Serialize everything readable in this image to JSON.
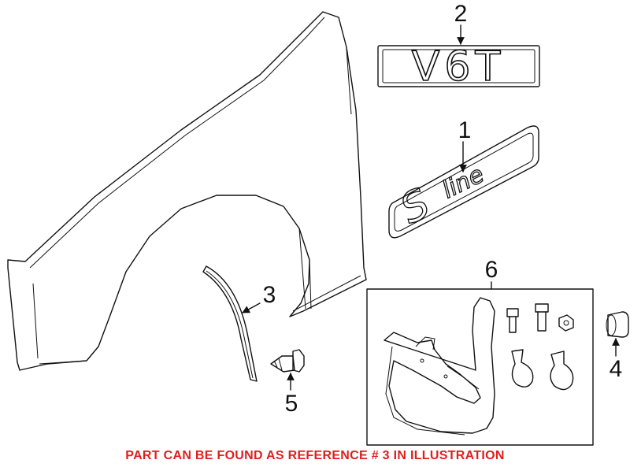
{
  "callouts": {
    "c1": "1",
    "c2": "2",
    "c3": "3",
    "c4": "4",
    "c5": "5",
    "c6": "6"
  },
  "badges": {
    "v6t": "V6T",
    "s_letter": "S",
    "line_word": "line"
  },
  "note": "PART CAN BE FOUND AS REFERENCE # 3 IN ILLUSTRATION",
  "colors": {
    "note_text": "#e01e1e",
    "ink": "#111111",
    "background": "#ffffff"
  }
}
